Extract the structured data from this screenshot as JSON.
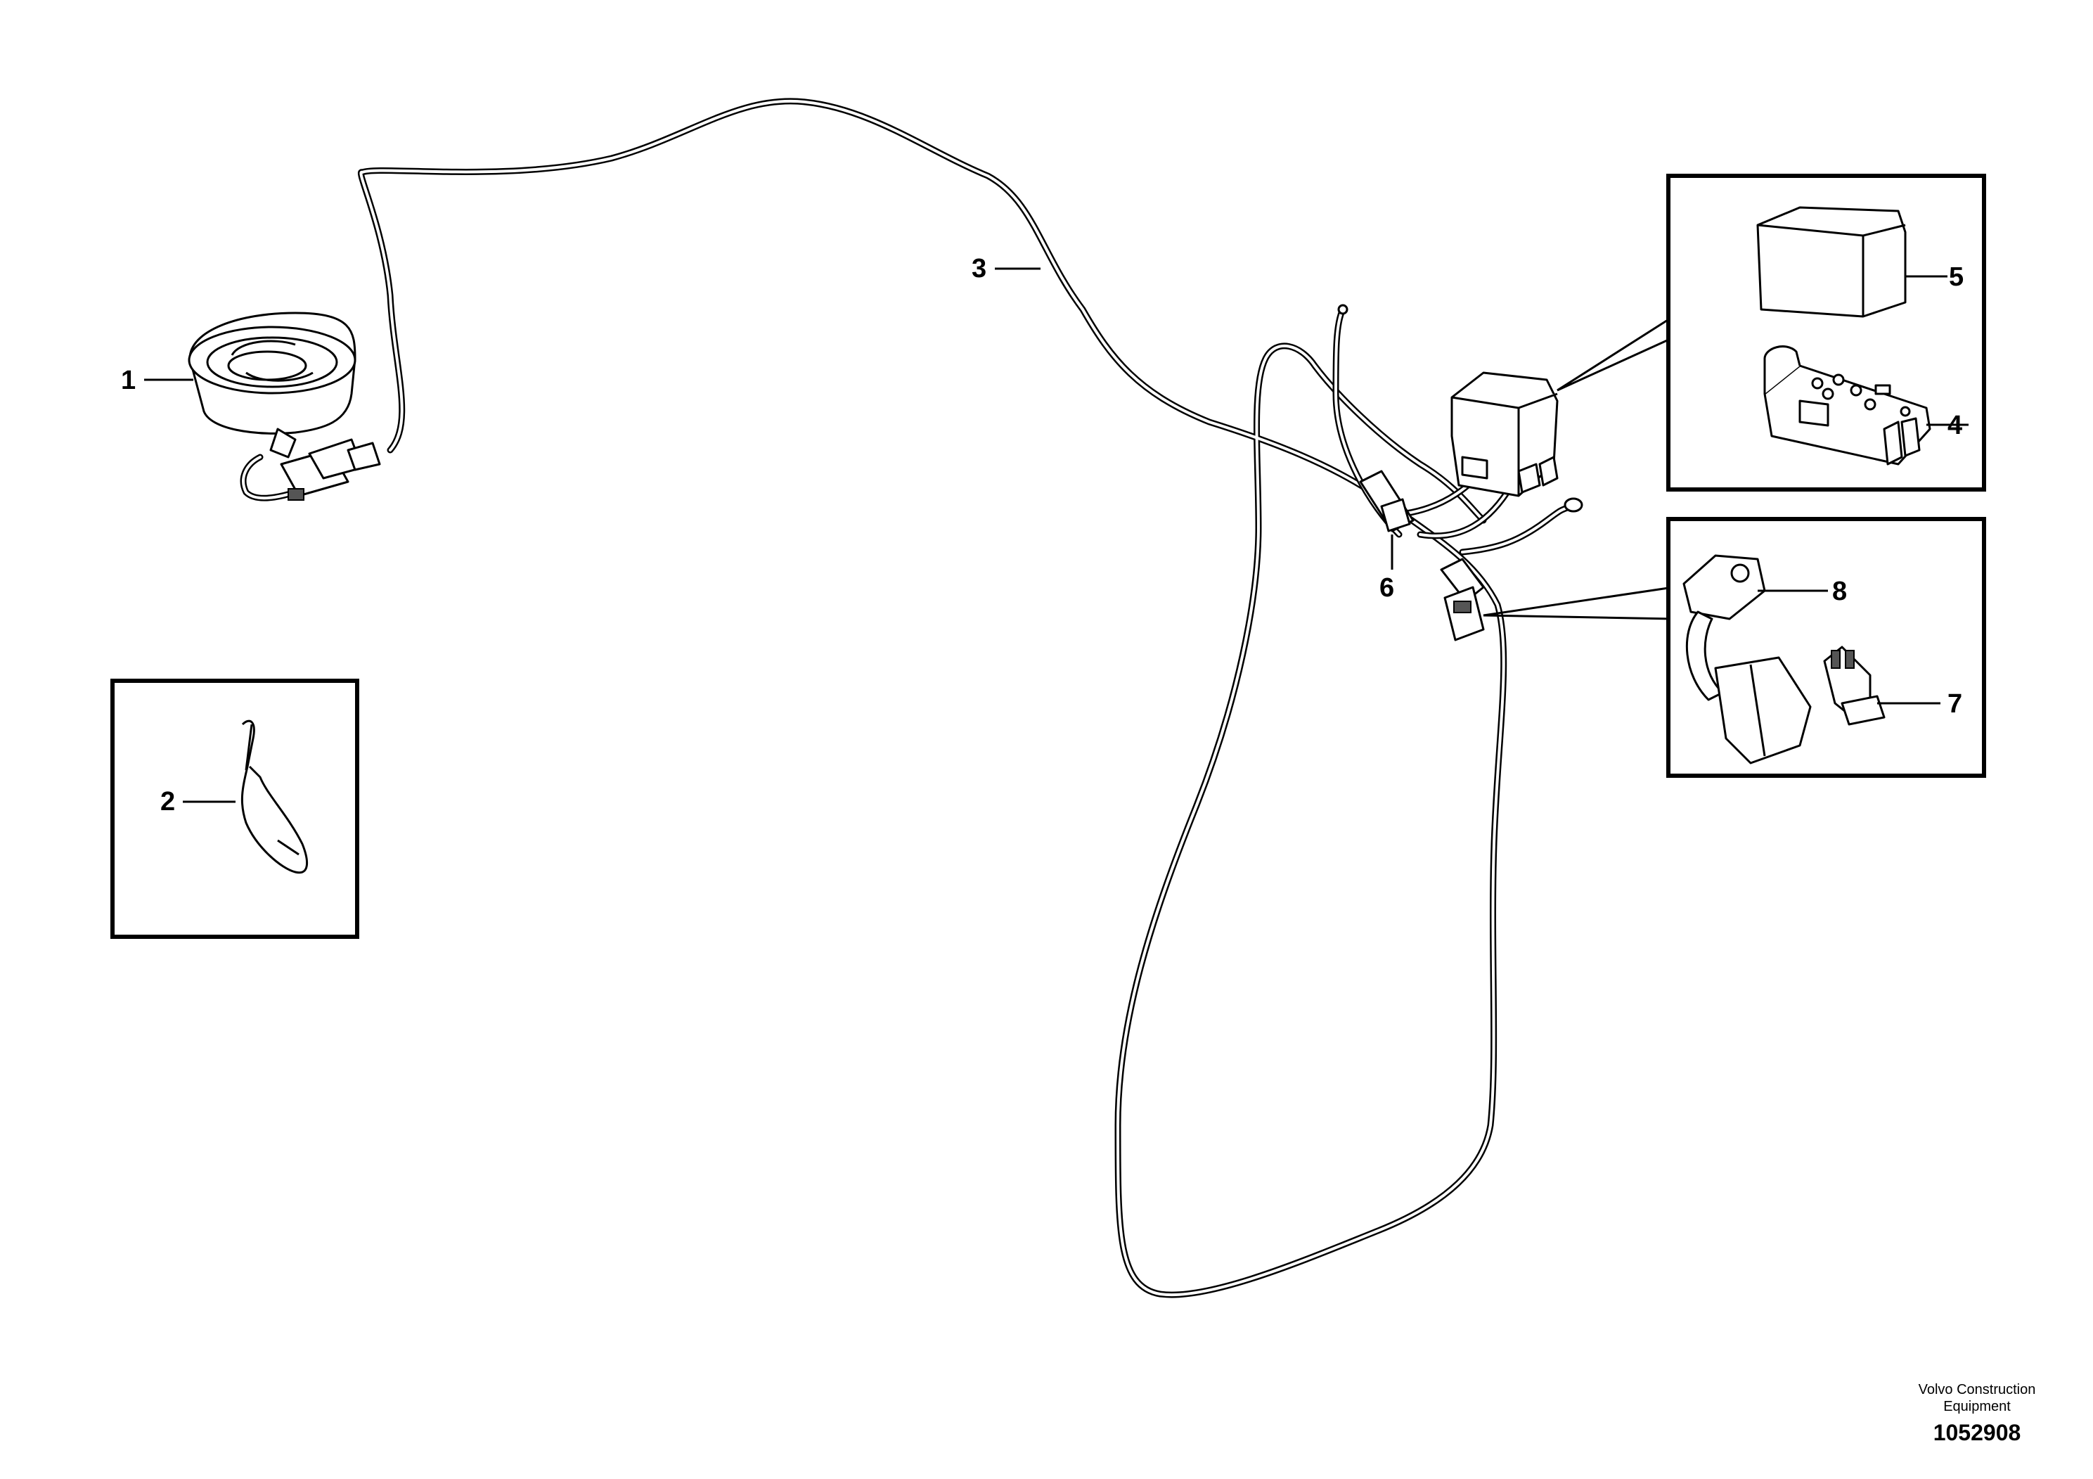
{
  "callouts": {
    "c1": "1",
    "c2": "2",
    "c3": "3",
    "c4": "4",
    "c5": "5",
    "c6": "6",
    "c7": "7",
    "c8": "8"
  },
  "footer": {
    "company_line1": "Volvo Construction",
    "company_line2": "Equipment",
    "drawing_number": "1052908"
  }
}
